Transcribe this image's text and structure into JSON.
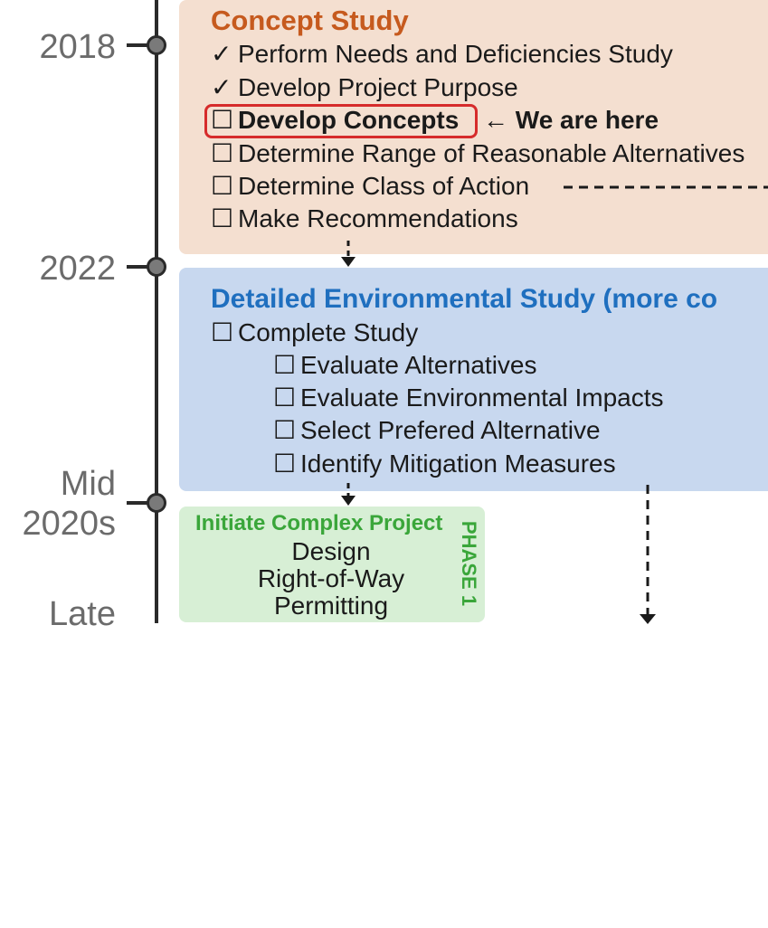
{
  "timeline": {
    "markers": [
      {
        "label": "2018"
      },
      {
        "label": "2022"
      },
      {
        "label_lines": [
          "Mid",
          "2020s"
        ]
      },
      {
        "label": "Late"
      }
    ]
  },
  "concept_study": {
    "title": "Concept Study",
    "title_color": "#c65a1e",
    "background": "#f4dfd0",
    "items": [
      {
        "mark": "✓",
        "text": "Perform Needs and Deficiencies Study"
      },
      {
        "mark": "✓",
        "text": "Develop Project Purpose"
      },
      {
        "mark": "☐",
        "text": "Develop Concepts"
      },
      {
        "mark": "☐",
        "text": "Determine Range of Reasonable Alternatives"
      },
      {
        "mark": "☐",
        "text": "Determine Class of Action"
      },
      {
        "mark": "☐",
        "text": "Make Recommendations"
      }
    ],
    "callout": "← We are here",
    "highlight_color": "#d62b2b"
  },
  "environmental_study": {
    "title": "Detailed Environmental Study (more co",
    "title_color": "#1f6fbf",
    "background": "#c8d8ef",
    "items": [
      {
        "mark": "☐",
        "text": "Complete Study"
      },
      {
        "mark": "☐",
        "text": "Evaluate Alternatives"
      },
      {
        "mark": "☐",
        "text": "Evaluate Environmental Impacts"
      },
      {
        "mark": "☐",
        "text": "Select Prefered Alternative"
      },
      {
        "mark": "☐",
        "text": "Identify Mitigation Measures"
      }
    ]
  },
  "phase": {
    "title": "Initiate Complex Project",
    "title_color": "#3aa63a",
    "background": "#d7efd5",
    "lines": [
      "Design",
      "Right-of-Way",
      "Permitting"
    ],
    "side_label": "PHASE 1"
  }
}
